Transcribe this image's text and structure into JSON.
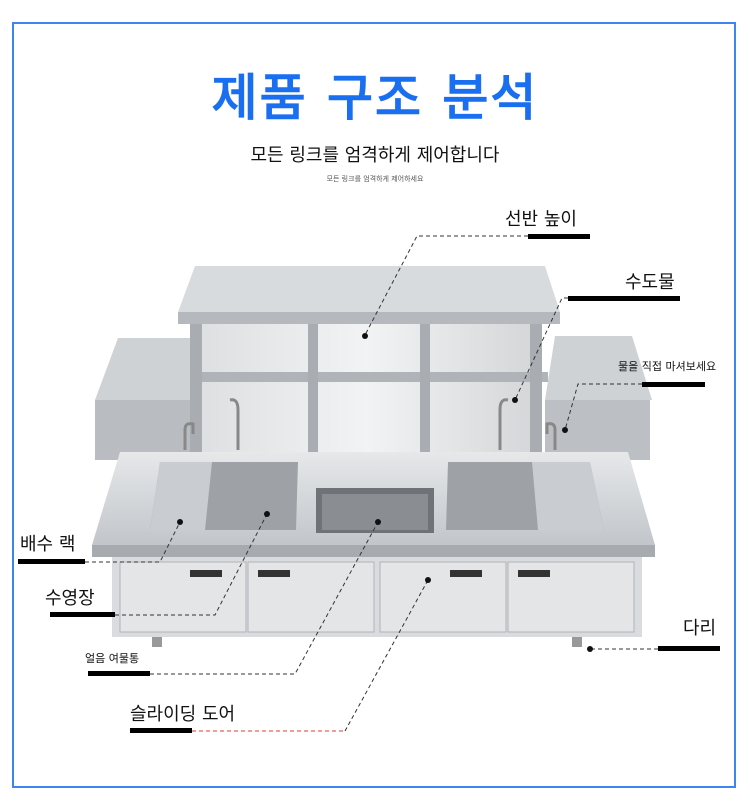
{
  "header": {
    "title": "제품 구조 분석",
    "subtitle": "모든 링크를 엄격하게 제어합니다",
    "small_note": "모든 링크를 엄격하게 제어하세요"
  },
  "callouts": {
    "shelf_height": "선반 높이",
    "tap_water": "수도물",
    "drink_directly": "물을 직접 마셔보세요",
    "drain_rack": "배수 랙",
    "pool": "수영장",
    "ice_trough": "얼음 여물통",
    "sliding_door": "슬라이딩 도어",
    "legs": "다리"
  },
  "colors": {
    "accent": "#1a6ff0",
    "frame": "#3d86f0",
    "door_line": "#e53935"
  }
}
